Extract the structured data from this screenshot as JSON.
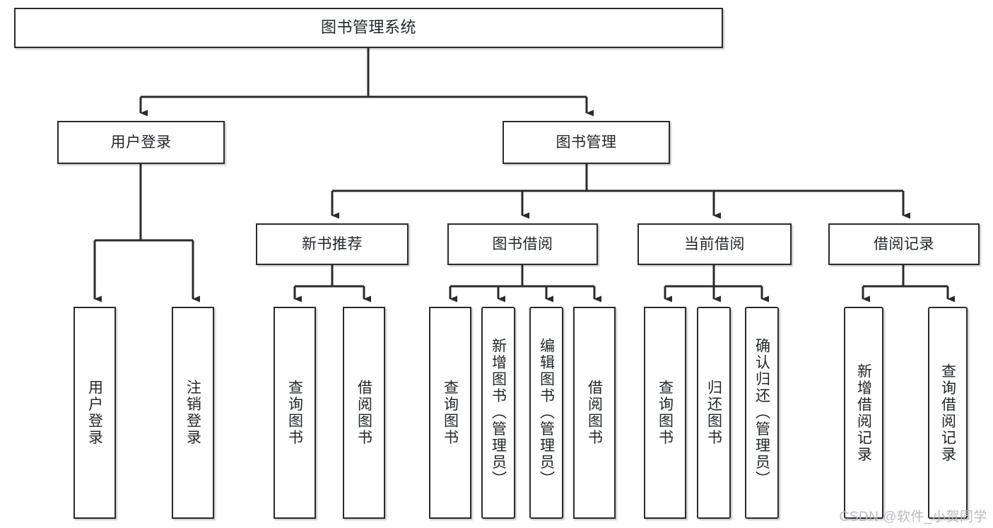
{
  "diagram": {
    "type": "tree",
    "title": "图书管理系统",
    "watermark": "CSDN @软件_小贺同学",
    "colors": {
      "box_border": "#2b2b2b",
      "box_fill": "#ffffff",
      "connector": "#2b2b2b",
      "text": "#22262b",
      "watermark": "#b9bcc1",
      "background": "#ffffff"
    },
    "nodes": {
      "root": {
        "label": "图书管理系统"
      },
      "level2": [
        {
          "label": "用户登录"
        },
        {
          "label": "图书管理"
        }
      ],
      "level3": [
        {
          "label": "新书推荐"
        },
        {
          "label": "图书借阅"
        },
        {
          "label": "当前借阅"
        },
        {
          "label": "借阅记录"
        }
      ],
      "leaves_user_login": [
        {
          "label": "用户登录"
        },
        {
          "label": "注销登录"
        }
      ],
      "leaves_new_book": [
        {
          "label": "查询图书"
        },
        {
          "label": "借阅图书"
        }
      ],
      "leaves_borrow": [
        {
          "label": "查询图书"
        },
        {
          "label": "新增图书（管理员）"
        },
        {
          "label": "编辑图书（管理员）"
        },
        {
          "label": "借阅图书"
        }
      ],
      "leaves_current": [
        {
          "label": "查询图书"
        },
        {
          "label": "归还图书"
        },
        {
          "label": "确认归还（管理员）"
        }
      ],
      "leaves_record": [
        {
          "label": "新增借阅记录"
        },
        {
          "label": "查询借阅记录"
        }
      ]
    }
  }
}
